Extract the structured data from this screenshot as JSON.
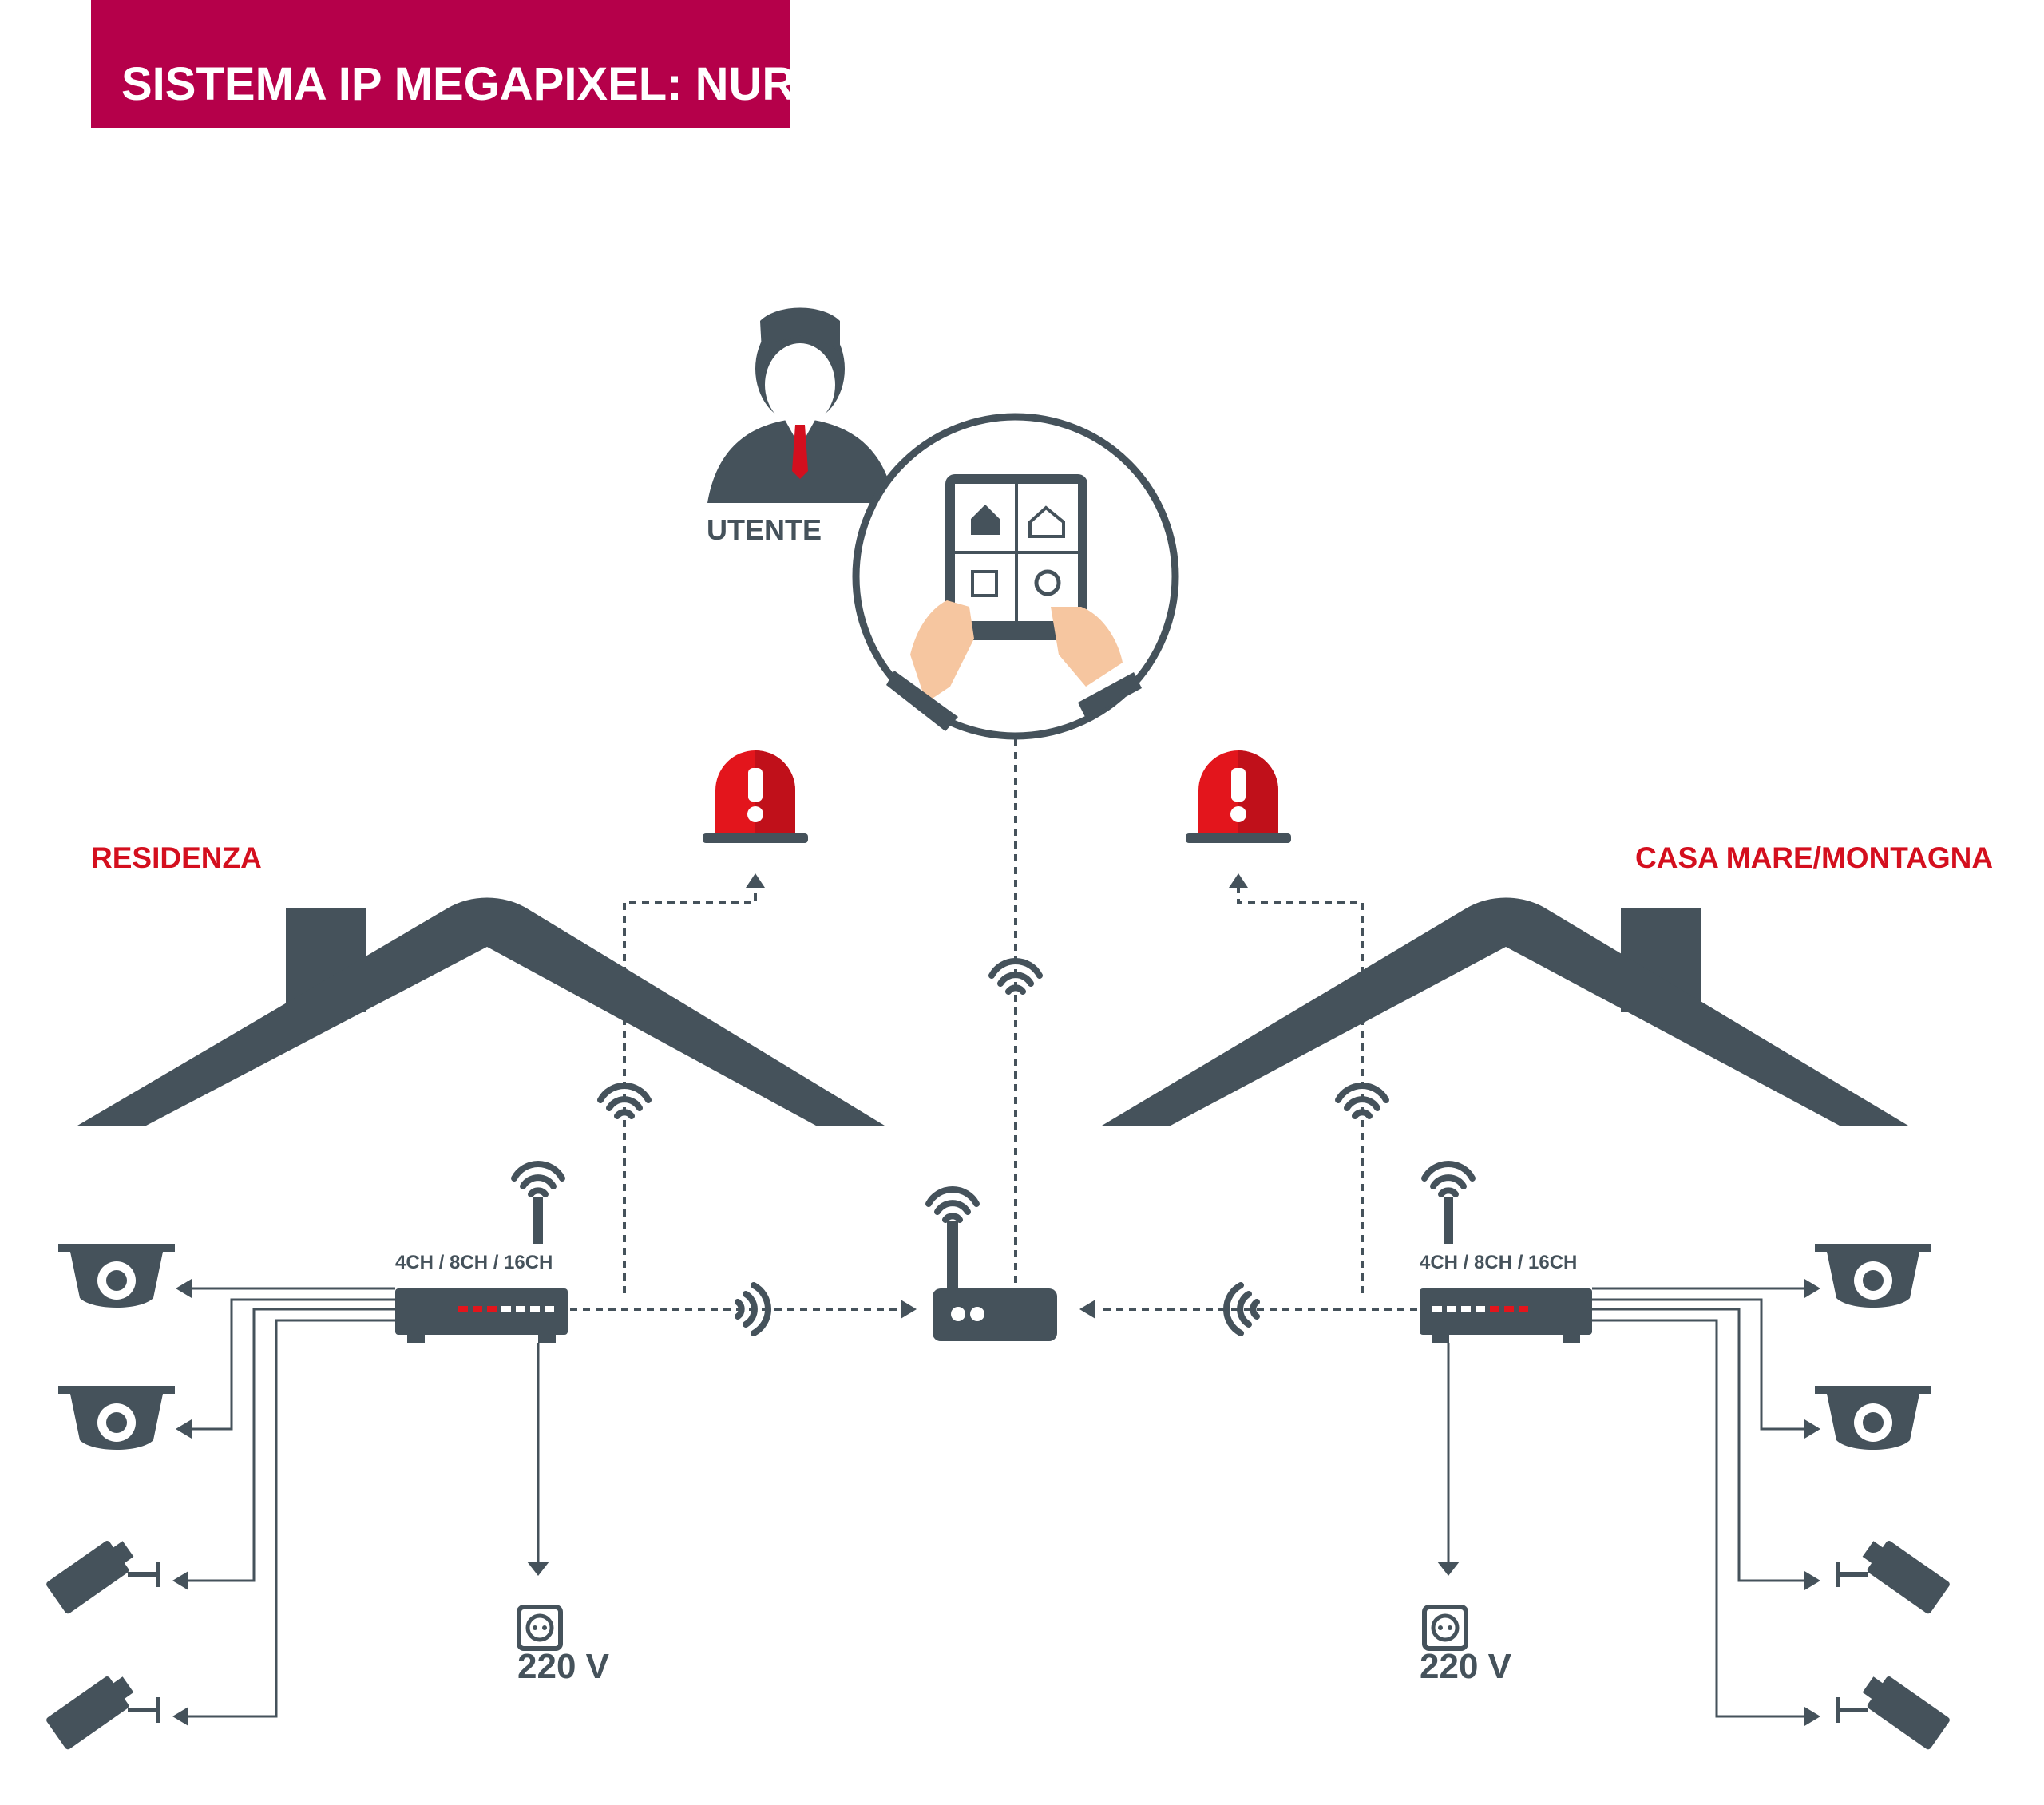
{
  "title": "SISTEMA IP MEGAPIXEL: NUR",
  "labels": {
    "user": "UTENTE",
    "left_house": "RESIDENZA",
    "right_house": "CASA MARE/MONTAGNA",
    "left_nvr": "4CH / 8CH / 16CH",
    "right_nvr": "4CH / 8CH / 16CH",
    "left_power": "220 V",
    "right_power": "220 V"
  },
  "colors": {
    "dark": "#45525b",
    "red": "#d40f1e",
    "title_bg": "#b5004a",
    "skin": "#f6c6a0"
  }
}
